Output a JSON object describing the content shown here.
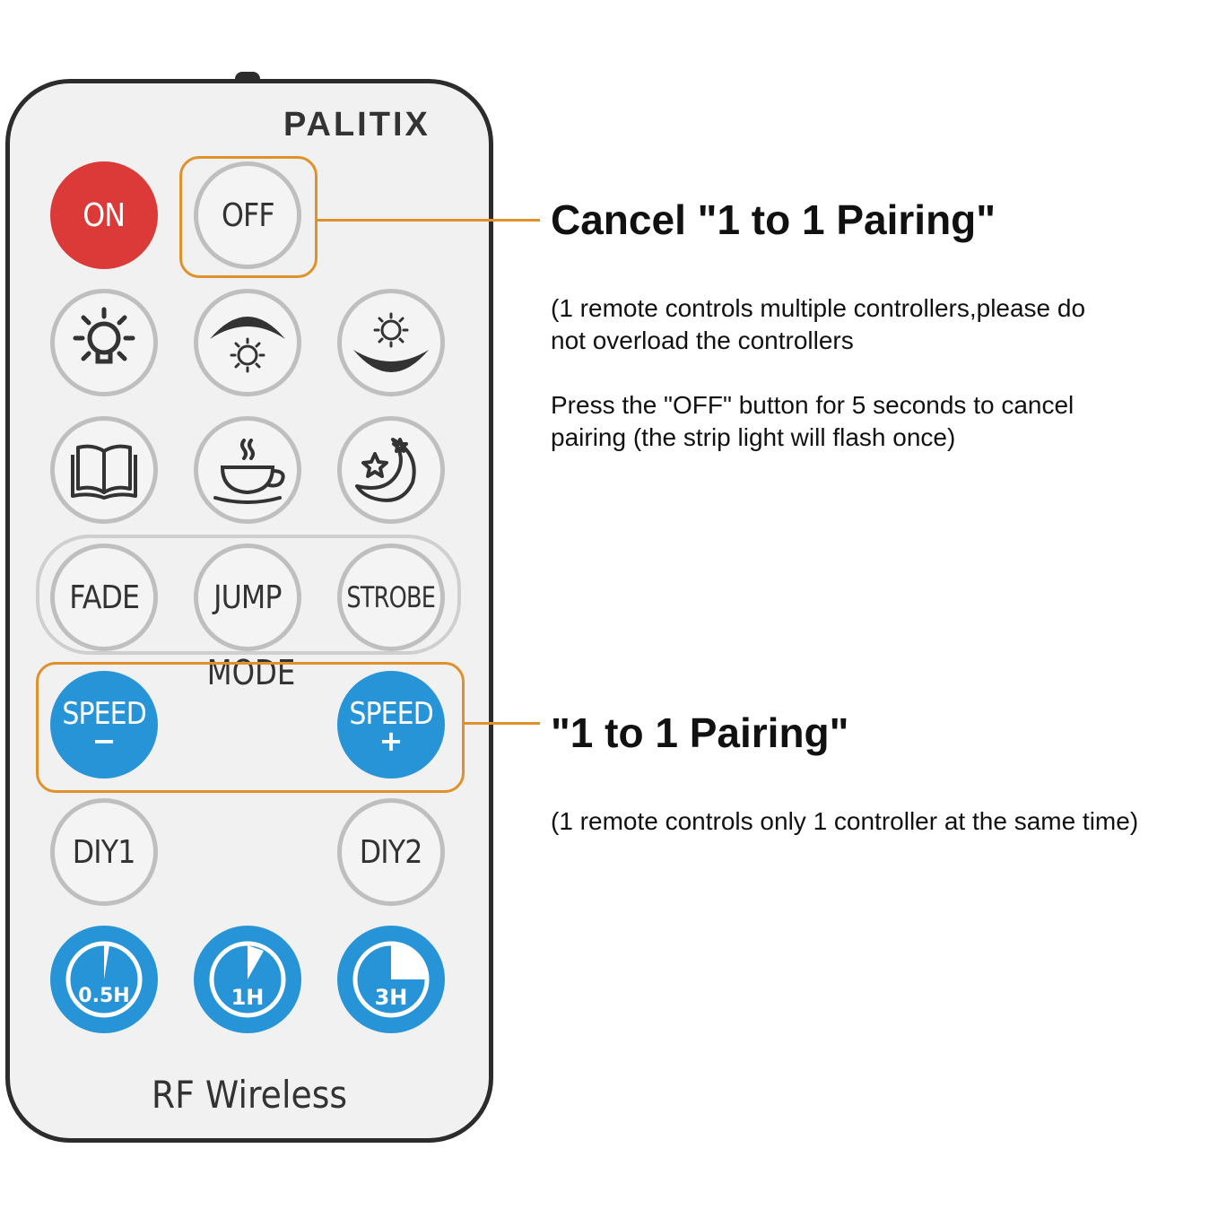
{
  "brand": "PALITIX",
  "buttons": {
    "on": "ON",
    "off": "OFF",
    "fade": "FADE",
    "jump": "JUMP",
    "strobe": "STROBE",
    "mode": "MODE",
    "speed_minus": "SPEED",
    "speed_minus_sign": "−",
    "speed_plus": "SPEED",
    "speed_plus_sign": "+",
    "diy1": "DIY1",
    "diy2": "DIY2",
    "timer_05": "0.5H",
    "timer_1": "1H",
    "timer_3": "3H"
  },
  "icons": [
    "bulb-icon",
    "brightness-up-icon",
    "brightness-down-icon",
    "book-icon",
    "coffee-icon",
    "moon-star-icon"
  ],
  "footer": "RF Wireless",
  "annotations": {
    "cancel_heading": "Cancel \"1 to 1 Pairing\"",
    "cancel_line1": "(1 remote controls multiple controllers,please do",
    "cancel_line2": "not overload the controllers",
    "cancel_line3": "Press the \"OFF\" button for 5 seconds to cancel",
    "cancel_line4": "pairing (the strip light will flash once)",
    "pair_heading": "\"1 to 1 Pairing\"",
    "pair_line1": "(1 remote controls only 1 controller at the same time)"
  },
  "colors": {
    "on_button": "#dc3a38",
    "blue_buttons": "#2794d7",
    "highlight": "#e0912a",
    "remote_body": "#f1f1f1"
  }
}
